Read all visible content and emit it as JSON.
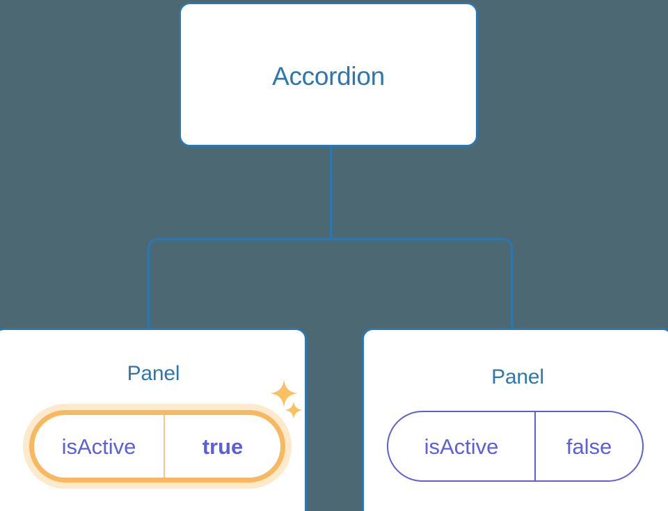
{
  "canvas": {
    "background_color": "#4b6873"
  },
  "theme": {
    "card_background": "#ffffff",
    "card_border_color": "#2e77ae",
    "node_title_color": "#2e77ae",
    "connector_color": "#2e77ae",
    "prop_text_color": "#5b5fd9",
    "prop_border_color": "#5b5fd9",
    "highlight_border_color": "#f7b860",
    "highlight_glow_color": "#fae0b4",
    "highlight_divider_color": "#f2c98c",
    "sparkle_color": "#fbc05f"
  },
  "tree": {
    "root": {
      "title": "Accordion"
    },
    "children": [
      {
        "title": "Panel",
        "highlighted": true,
        "prop": {
          "key": "isActive",
          "value": "true",
          "value_bold": true
        },
        "decorations": [
          "sparkle-icon",
          "sparkle-icon"
        ]
      },
      {
        "title": "Panel",
        "highlighted": false,
        "prop": {
          "key": "isActive",
          "value": "false",
          "value_bold": false
        },
        "decorations": []
      }
    ]
  }
}
